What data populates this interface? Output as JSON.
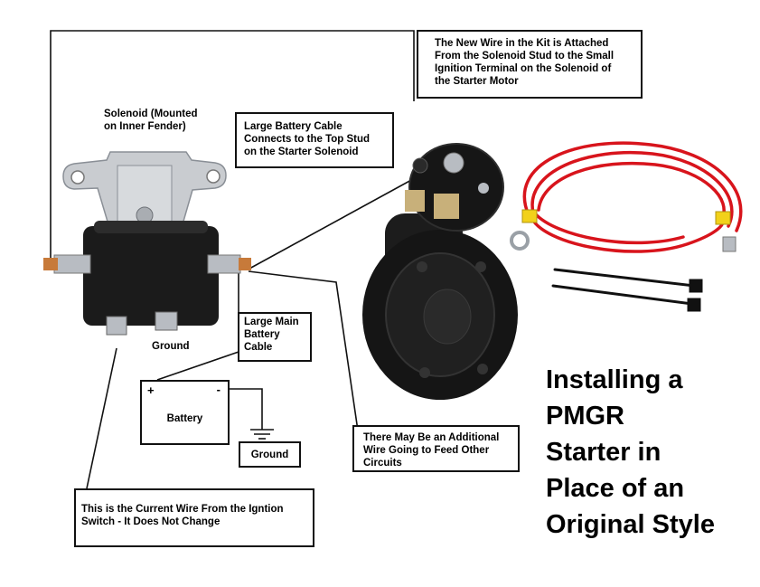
{
  "labels": {
    "new_wire_note": "The New Wire in the Kit is Attached From the Solenoid Stud to the Small Ignition Terminal on the Solenoid of the Starter Motor",
    "solenoid": "Solenoid (Mounted on Inner Fender)",
    "large_battery_cable_note": "Large Battery Cable Connects to the Top Stud on the Starter Solenoid",
    "large_main_battery_cable": "Large Main Battery Cable",
    "ground_solenoid": "Ground",
    "battery": "Battery",
    "battery_plus": "+",
    "battery_minus": "-",
    "ground_battery": "Ground",
    "additional_wire_note": "There May Be an Additional Wire Going to Feed Other Circuits",
    "ignition_wire_note": "This is the Current Wire From the Igntion Switch - It Does Not Change"
  },
  "title_lines": [
    "Installing a",
    "PMGR",
    "Starter in",
    "Place of an",
    "Original Style"
  ],
  "colors": {
    "wire_red": "#d8141c",
    "connector_yellow": "#f2d11a",
    "solenoid_body": "#1b1b1b",
    "bracket_silver": "#c9ccd0",
    "copper_stud": "#c77a3a"
  }
}
